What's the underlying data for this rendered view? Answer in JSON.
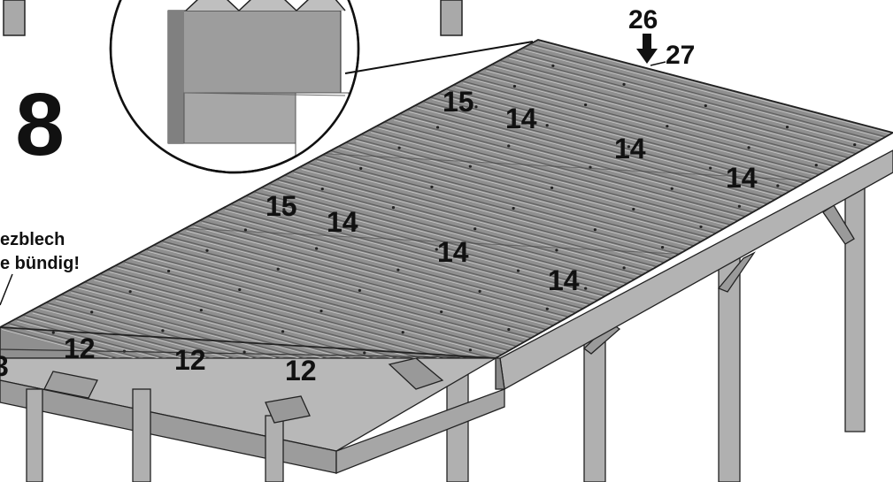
{
  "step": {
    "number": "8"
  },
  "note": {
    "line1": "ezblech",
    "line2": "e bündig!"
  },
  "callouts": {
    "c26": "26",
    "c27": "27",
    "c15a": "15",
    "c15b": "15",
    "c14a": "14",
    "c14b": "14",
    "c14c": "14",
    "c14d": "14",
    "c14e": "14",
    "c14f": "14",
    "c12a": "12",
    "c12b": "12",
    "c12c": "12",
    "c3": "3"
  },
  "colors": {
    "sheet": "#8f8f8f",
    "sheet_dark": "#6c6c6c",
    "timber": "#a9a9a9",
    "timber_dark": "#7c7c7c",
    "ink": "#111111"
  }
}
